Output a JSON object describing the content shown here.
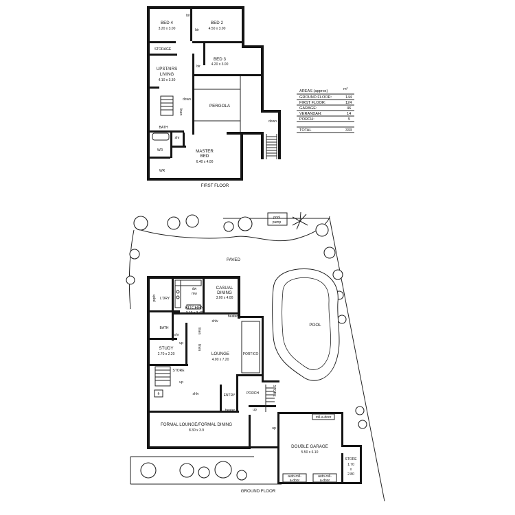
{
  "first_floor": {
    "title": "FIRST FLOOR",
    "rooms": {
      "bed4_name": "BED 4",
      "bed4_size": "3.20 x 3.00",
      "bed2_name": "BED 2",
      "bed2_size": "4.50 x 3.00",
      "bed3_name": "BED 3",
      "bed3_size": "4.20 x 3.00",
      "storage": "STORAGE",
      "upstairs_name": "UPSTAIRS",
      "upstairs_sub": "LIVING",
      "upstairs_size": "4.10 x 3.30",
      "pergola": "PERGOLA",
      "bath": "BATH",
      "wr1": "WR",
      "wr2": "WR",
      "master_name": "MASTER",
      "master_sub": "BED",
      "master_size": "6.40 x 4.00",
      "linen": "linen",
      "shr": "shr",
      "down1": "down",
      "down2": "down",
      "bir1": "bir",
      "bir2": "bir",
      "bir3": "bir"
    }
  },
  "areas_table": {
    "header": "AREAS (approx)",
    "unit": "m²",
    "rows": [
      {
        "label": "GROUND FLOOR:",
        "value": "144"
      },
      {
        "label": "FIRST FLOOR:",
        "value": "124"
      },
      {
        "label": "GARAGE:",
        "value": "46"
      },
      {
        "label": "VERANDAH:",
        "value": "14"
      },
      {
        "label": "PORCH:",
        "value": "5"
      }
    ],
    "total_label": "TOTAL",
    "total_value": "333"
  },
  "ground_floor": {
    "title": "GROUND FLOOR",
    "paved": "PAVED",
    "pool": "POOL",
    "pool_pump_1": "pool",
    "pool_pump_2": "pump",
    "rooms": {
      "ldry": "L'DRY",
      "kitchen_name": "KITCHEN",
      "kitchen_size": "3.19 x 3.40",
      "casual_name": "CASUAL",
      "casual_sub": "DINING",
      "casual_size": "3.00 x 4.00",
      "bath": "BATH",
      "study_name": "STUDY",
      "study_size": "2.70 x 2.20",
      "lounge_name": "LOUNGE",
      "lounge_size": "4.00 x 7.20",
      "portico": "PORTICO",
      "store": "STORE",
      "entry": "ENTRY",
      "porch": "PORCH",
      "store2": "STORE",
      "formal_name": "FORMAL LOUNGE/FORMAL DINING",
      "formal_size": "8.30 x 3.9",
      "garage_name": "DOUBLE GARAGE",
      "garage_size": "5.50 x 6.10",
      "store3": "STORE",
      "store3_size_a": "1.70",
      "store3_size_x": "x",
      "store3_size_b": "2.80",
      "heater1": "heater",
      "heater2": "heater",
      "shlv1": "shlv",
      "shlv2": "shlv",
      "linen1": "linen",
      "linen2": "linen",
      "shr": "shr",
      "dw": "dw",
      "mw": "mw",
      "up1": "up",
      "up2": "up",
      "up3": "up",
      "up4": "up",
      "fr": "fr",
      "cpbd": "cpbd",
      "roll_a_door": "roll-a-door",
      "auto_1a": "auto-roll-",
      "auto_1b": "a-door",
      "auto_2a": "auto-roll-",
      "auto_2b": "a-door"
    }
  }
}
